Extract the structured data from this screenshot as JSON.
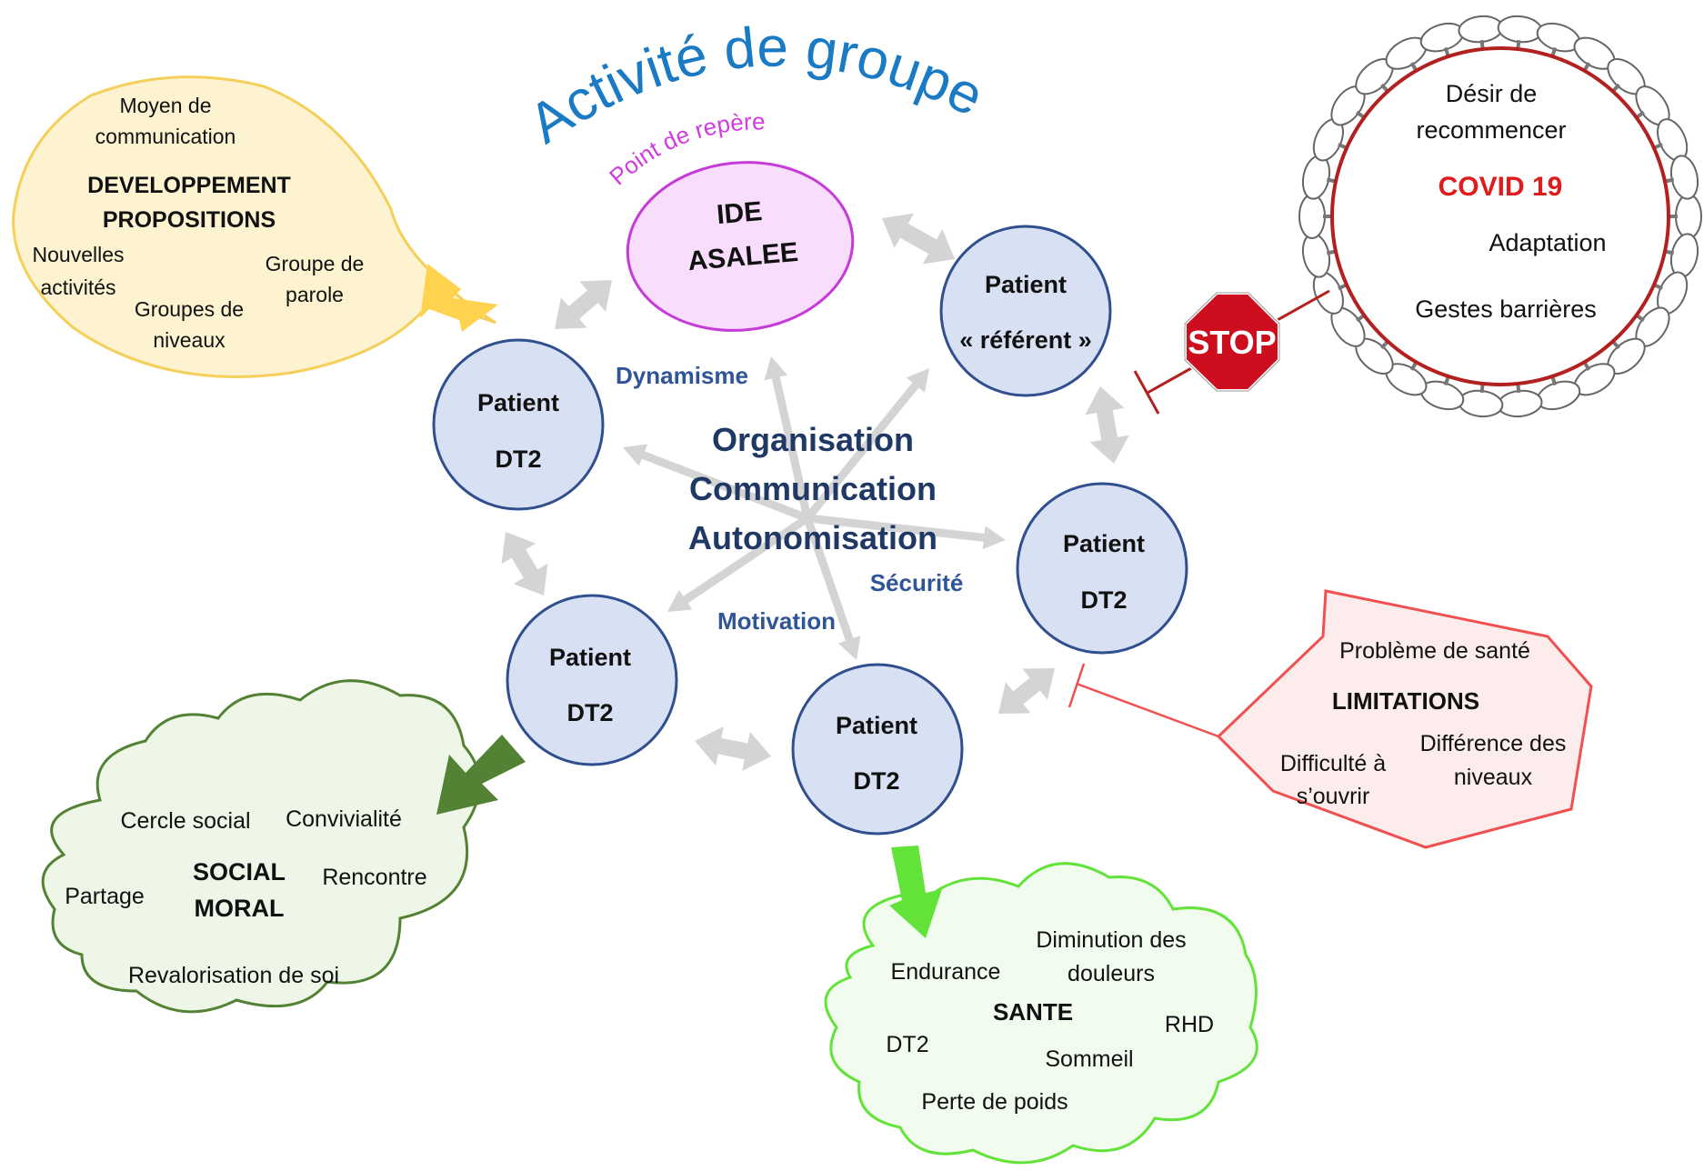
{
  "title": "Activité de groupe",
  "colors": {
    "title": "#1A7AC4",
    "reference_label": "#D13BE0",
    "ide_fill": "#F9DDFC",
    "ide_stroke": "#C63BD8",
    "patient_fill": "#D8E1F3",
    "patient_stroke": "#2F4F8F",
    "center_text": "#1F3864",
    "keyword_text": "#2F5597",
    "covid_ring": "#B22020",
    "covid_text": "#E01B1B",
    "limit_stroke": "#F05050",
    "limit_fill": "#FDECEC",
    "social_stroke": "#548235",
    "social_fill": "#EEF6E8",
    "sante_stroke": "#63E33A",
    "sante_fill": "#F1FBEE",
    "dev_stroke": "#F4CF59",
    "dev_fill": "#FDF3D0"
  },
  "reference": {
    "label": "Point de repère",
    "node_line1": "IDE",
    "node_line2": "ASALEE"
  },
  "patients": [
    {
      "line1": "Patient",
      "line2": "« référent »"
    },
    {
      "line1": "Patient",
      "line2": "DT2"
    },
    {
      "line1": "Patient",
      "line2": "DT2"
    },
    {
      "line1": "Patient",
      "line2": "DT2"
    },
    {
      "line1": "Patient",
      "line2": "DT2"
    }
  ],
  "center": {
    "line1": "Organisation",
    "line2": "Communication",
    "line3": "Autonomisation"
  },
  "keywords": {
    "dynamisme": "Dynamisme",
    "securite": "Sécurité",
    "motivation": "Motivation"
  },
  "development": {
    "heading1": "DEVELOPPEMENT",
    "heading2": "PROPOSITIONS",
    "moyen1": "Moyen de",
    "moyen2": "communication",
    "nouvelles1": "Nouvelles",
    "nouvelles2": "activités",
    "groupes1": "Groupes de",
    "groupes2": "niveaux",
    "parole1": "Groupe de",
    "parole2": "parole"
  },
  "covid": {
    "heading": "COVID 19",
    "desir1": "Désir de",
    "desir2": "recommencer",
    "adaptation": "Adaptation",
    "gestes": "Gestes barrières",
    "stop": "STOP",
    "icon": "stop-sign-icon"
  },
  "limitations": {
    "heading": "LIMITATIONS",
    "probleme": "Problème de santé",
    "difficulte1": "Difficulté à",
    "difficulte2": "s’ouvrir",
    "difference1": "Différence des",
    "difference2": "niveaux"
  },
  "social": {
    "heading1": "SOCIAL",
    "heading2": "MORAL",
    "cercle": "Cercle social",
    "convivialite": "Convivialité",
    "partage": "Partage",
    "rencontre": "Rencontre",
    "revalorisation": "Revalorisation de soi"
  },
  "sante": {
    "heading": "SANTE",
    "endurance": "Endurance",
    "diminution1": "Diminution des",
    "diminution2": "douleurs",
    "rhd": "RHD",
    "dt2": "DT2",
    "sommeil": "Sommeil",
    "perte": "Perte de poids"
  }
}
